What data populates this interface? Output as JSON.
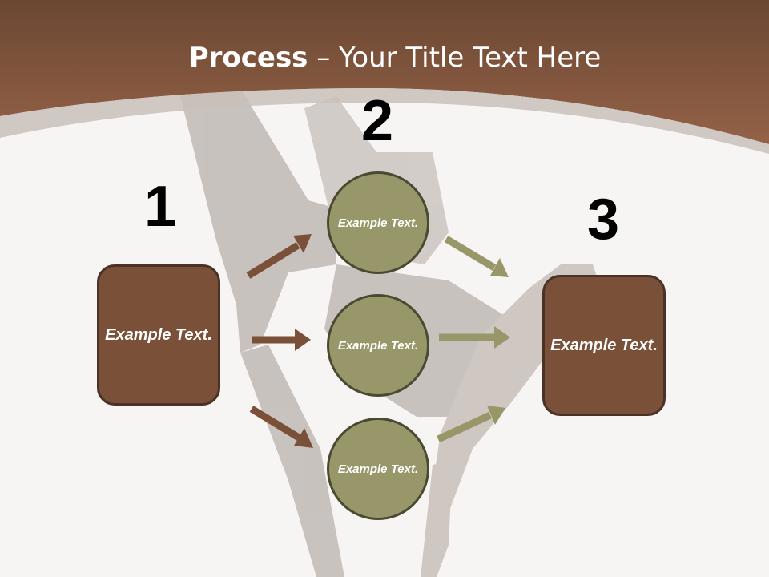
{
  "title": {
    "bold": "Process",
    "rest": " – Your Title Text Here"
  },
  "steps": {
    "one": {
      "number": "1",
      "text": "Example Text."
    },
    "two": {
      "number": "2",
      "items": [
        "Example Text.",
        "Example Text.",
        "Example Text."
      ]
    },
    "three": {
      "number": "3",
      "text": "Example Text."
    }
  },
  "colors": {
    "header": "#8a5c41",
    "box": "#7a5039",
    "circle": "#979769",
    "arrow_brown": "#7a5039",
    "arrow_olive": "#979769"
  }
}
